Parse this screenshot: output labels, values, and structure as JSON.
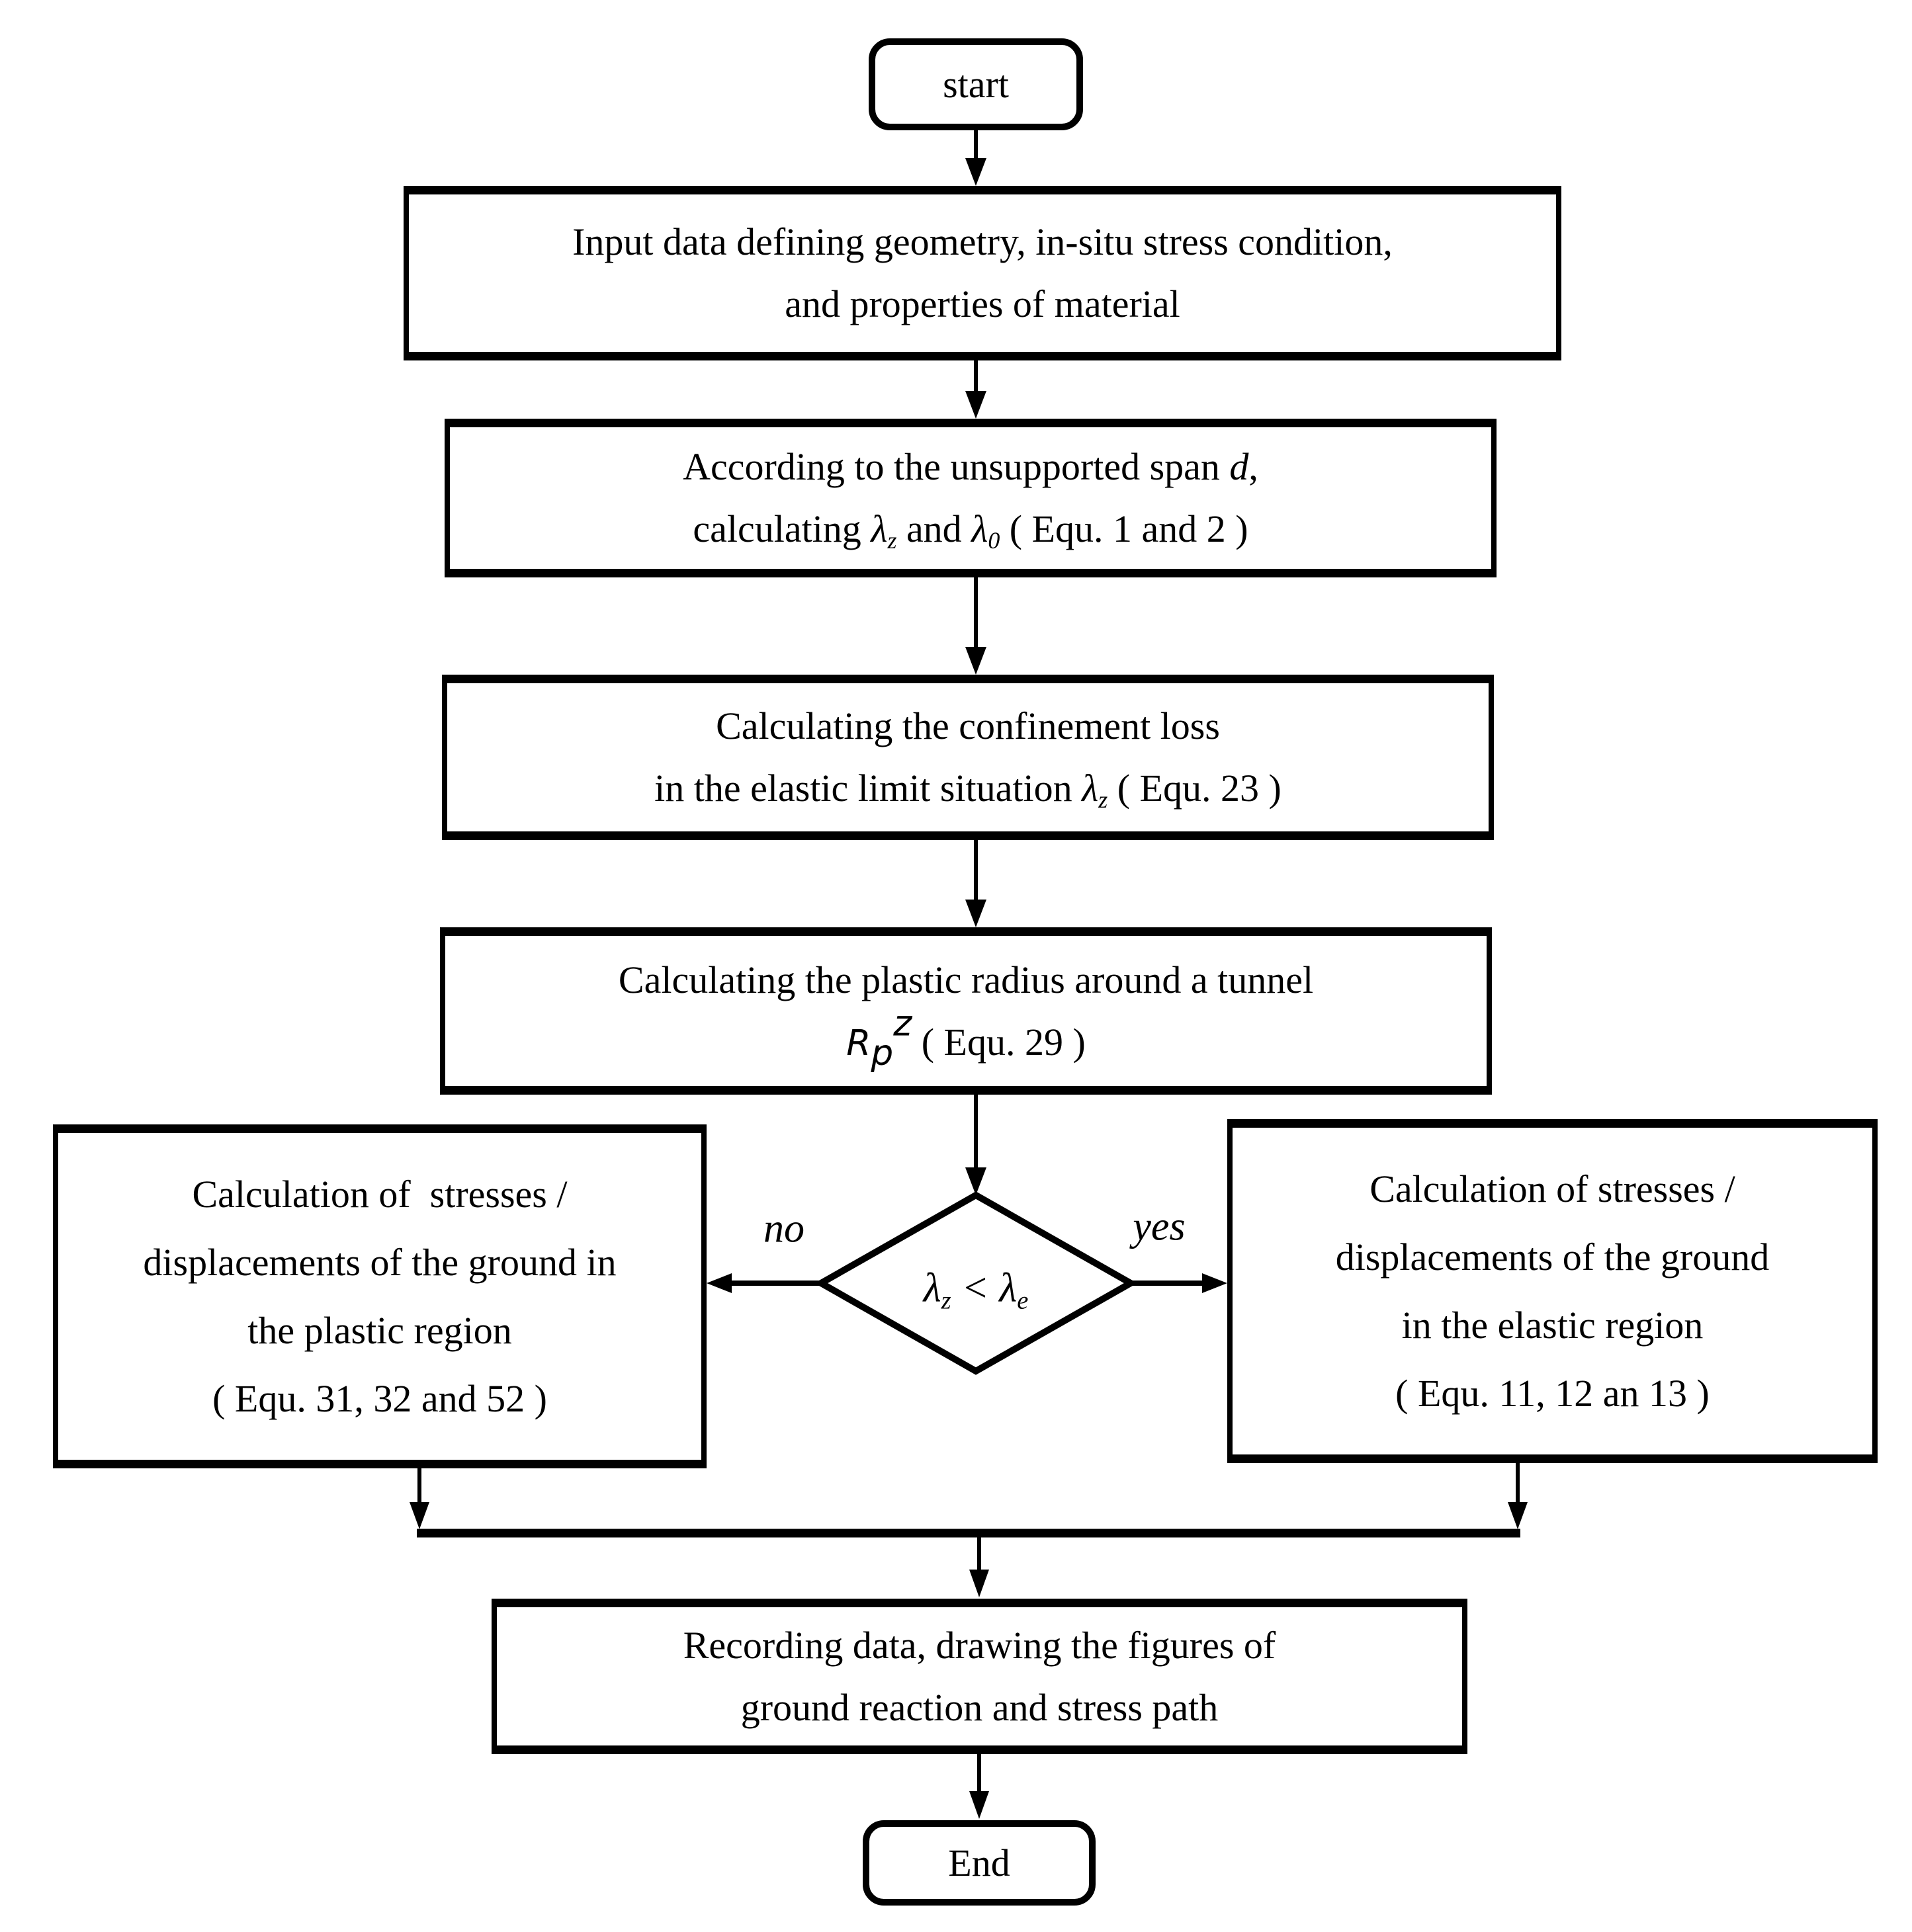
{
  "colors": {
    "line": "#000000",
    "background": "#ffffff"
  },
  "nodes": {
    "start": {
      "label": "start"
    },
    "input": {
      "line1": "Input data defining geometry, in-situ stress condition,",
      "line2": "and properties of material"
    },
    "span": {
      "l1_pre": "According to the unsupported span ",
      "l1_var": "d",
      "l1_post": ",",
      "l2_pre": "calculating ",
      "l2_lambda1": "λ",
      "l2_sub1": "z",
      "l2_mid": " and ",
      "l2_lambda2": "λ",
      "l2_sub2": "0",
      "l2_post": " ( Equ. 1 and 2 )"
    },
    "confinement": {
      "line1": "Calculating the confinement loss",
      "l2_pre": "in the elastic limit situation ",
      "l2_lambda": "λ",
      "l2_sub": "z",
      "l2_post": " ( Equ. 23 )"
    },
    "radius": {
      "line1": "Calculating the plastic radius around a tunnel",
      "l2_var": "R",
      "l2_sub": "p",
      "l2_sup": "z",
      "l2_post": " ( Equ. 29 )"
    },
    "decision": {
      "lambda1": "λ",
      "sub1": "z",
      "op": " < ",
      "lambda2": "λ",
      "sub2": "e",
      "no": "no",
      "yes": "yes"
    },
    "plastic": {
      "line1": "Calculation of  stresses /",
      "line2": "displacements of the ground in",
      "line3": "the plastic region",
      "line4": "( Equ. 31, 32 and 52 )"
    },
    "elastic": {
      "line1": "Calculation of stresses /",
      "line2": "displacements of the ground",
      "line3": "in the elastic region",
      "line4": "( Equ. 11, 12 an 13 )"
    },
    "recording": {
      "line1": "Recording data, drawing the figures of",
      "line2": "ground reaction and stress path"
    },
    "end": {
      "label": "End"
    }
  }
}
